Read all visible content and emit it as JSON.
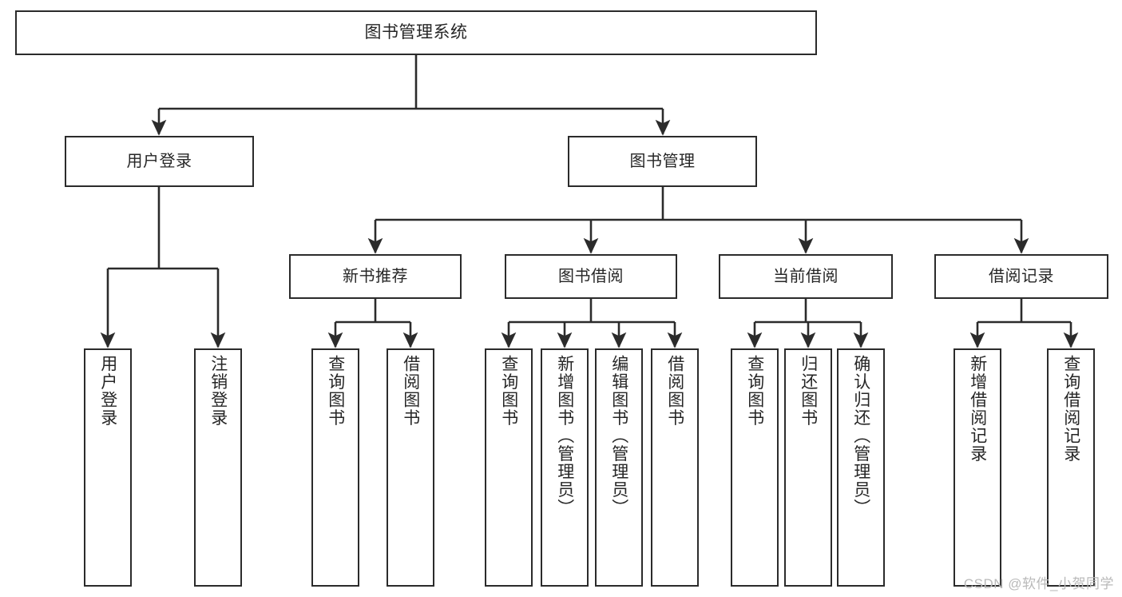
{
  "diagram": {
    "title": "图书管理系统",
    "type": "tree-hierarchy-chart",
    "style": {
      "box_border_color": "#2b2b2b",
      "box_fill_color": "#ffffff",
      "edge_color": "#2b2b2b",
      "text_color": "#262626",
      "background_color": "#ffffff"
    },
    "nodes": {
      "root": {
        "label": "图书管理系统"
      },
      "level2": [
        {
          "label": "用户登录"
        },
        {
          "label": "图书管理"
        }
      ],
      "level3": [
        {
          "label": "新书推荐"
        },
        {
          "label": "图书借阅"
        },
        {
          "label": "当前借阅"
        },
        {
          "label": "借阅记录"
        }
      ],
      "leaves": {
        "user_login": [
          {
            "label": "用户登录"
          },
          {
            "label": "注销登录"
          }
        ],
        "new_book_recommend": [
          {
            "label": "查询图书"
          },
          {
            "label": "借阅图书"
          }
        ],
        "book_borrow": [
          {
            "label": "查询图书"
          },
          {
            "label": "新增图书（管理员）"
          },
          {
            "label": "编辑图书（管理员）"
          },
          {
            "label": "借阅图书"
          }
        ],
        "current_borrow": [
          {
            "label": "查询图书"
          },
          {
            "label": "归还图书"
          },
          {
            "label": "确认归还（管理员）"
          }
        ],
        "borrow_record": [
          {
            "label": "新增借阅记录"
          },
          {
            "label": "查询借阅记录"
          }
        ]
      }
    },
    "watermark": "CSDN @软件_小贺同学"
  }
}
